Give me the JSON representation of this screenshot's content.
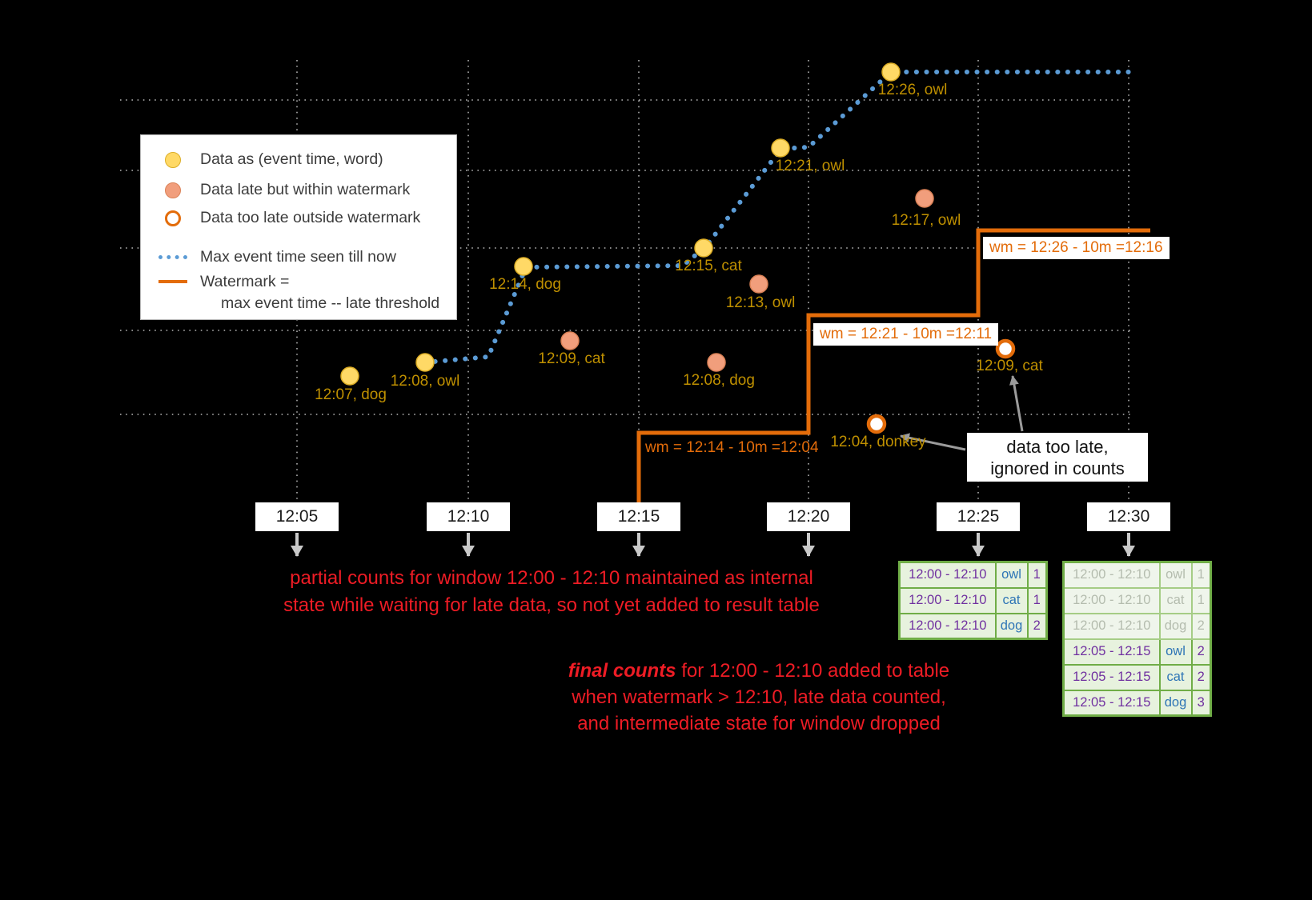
{
  "colors": {
    "background": "#000000",
    "max_event_line_blue": "#5B9BD5",
    "watermark_line_orange": "#E36C0A",
    "ontime_point_yellow": "#FFD966",
    "late_point_salmon": "#F19E7C",
    "toolate_ring_orange": "#E36C0A",
    "point_label_gold": "#BF9000",
    "note_red": "#EE1C25",
    "table_border_green": "#70AD47",
    "table_window_purple": "#7030A0",
    "table_word_blue": "#2E75B6"
  },
  "legend": {
    "items": [
      {
        "label": "Data as (event time, word)"
      },
      {
        "label": "Data late but within watermark"
      },
      {
        "label": "Data too late outside watermark"
      }
    ],
    "max_line_label": "Max event time seen till now",
    "watermark_line1": "Watermark =",
    "watermark_line2": "max event time -- late threshold"
  },
  "axis": {
    "ticks": [
      "12:05",
      "12:10",
      "12:15",
      "12:20",
      "12:25",
      "12:30"
    ]
  },
  "points": {
    "ontime": [
      {
        "label": "12:07, dog"
      },
      {
        "label": "12:08, owl"
      },
      {
        "label": "12:14, dog"
      },
      {
        "label": "12:15, cat"
      },
      {
        "label": "12:21, owl"
      },
      {
        "label": "12:26, owl"
      }
    ],
    "late": [
      {
        "label": "12:09, cat"
      },
      {
        "label": "12:08, dog"
      },
      {
        "label": "12:13, owl"
      },
      {
        "label": "12:17, owl"
      }
    ],
    "toolate": [
      {
        "label": "12:04, donkey"
      },
      {
        "label": "12:09, cat"
      }
    ]
  },
  "watermarks": [
    {
      "label": "wm = 12:14 - 10m =12:04"
    },
    {
      "label": "wm = 12:21 - 10m =12:11"
    },
    {
      "label": "wm = 12:26 - 10m =12:16"
    }
  ],
  "notes": {
    "partial": {
      "line1": "partial counts for window 12:00 - 12:10 maintained as internal",
      "line2": "state while waiting for late data, so not yet added  to result table"
    },
    "final": {
      "lead": "final counts",
      "line1_rest": " for 12:00 - 12:10 added to table",
      "line2": "when watermark > 12:10, late data counted,",
      "line3": "and intermediate state for window dropped"
    },
    "toolate": {
      "line1": "data too late,",
      "line2": "ignored in counts"
    }
  },
  "tables": {
    "t1": {
      "rows": [
        {
          "window": "12:00 - 12:10",
          "word": "owl",
          "count": "1"
        },
        {
          "window": "12:00 - 12:10",
          "word": "cat",
          "count": "1"
        },
        {
          "window": "12:00 - 12:10",
          "word": "dog",
          "count": "2"
        }
      ]
    },
    "t2": {
      "rows": [
        {
          "window": "12:00 - 12:10",
          "word": "owl",
          "count": "1",
          "faded": true
        },
        {
          "window": "12:00 - 12:10",
          "word": "cat",
          "count": "1",
          "faded": true
        },
        {
          "window": "12:00 - 12:10",
          "word": "dog",
          "count": "2",
          "faded": true
        },
        {
          "window": "12:05 - 12:15",
          "word": "owl",
          "count": "2"
        },
        {
          "window": "12:05 - 12:15",
          "word": "cat",
          "count": "2"
        },
        {
          "window": "12:05 - 12:15",
          "word": "dog",
          "count": "3"
        }
      ]
    }
  }
}
